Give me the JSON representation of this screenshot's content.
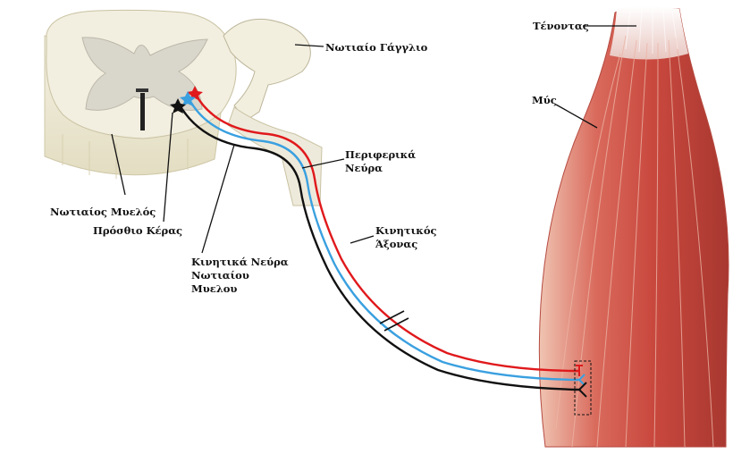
{
  "labels": {
    "tendon": "Τένοντας",
    "muscle": "Μύς",
    "dorsal_root_ganglion": "Νωτιαίο Γάγγλιο",
    "peripheral_nerves_line1": "Περιφερικά",
    "peripheral_nerves_line2": "Νεύρα",
    "motor_axon_line1": "Κινητικός",
    "motor_axon_line2": "Άξονας",
    "spinal_cord": "Νωτιαίος Μυελός",
    "anterior_horn": "Πρόσθιο Κέρας",
    "motor_nerves_line1": "Κινητικά Νεύρα",
    "motor_nerves_line2": "Νωτιαίου",
    "motor_nerves_line3": "Μυελου"
  },
  "colors": {
    "axon_red": "#e0191c",
    "axon_blue": "#3aa0e0",
    "axon_black": "#111111",
    "muscle": "#d96a5c",
    "tendon": "#f1f3f6",
    "spinal_tissue": "#ede9d4"
  }
}
